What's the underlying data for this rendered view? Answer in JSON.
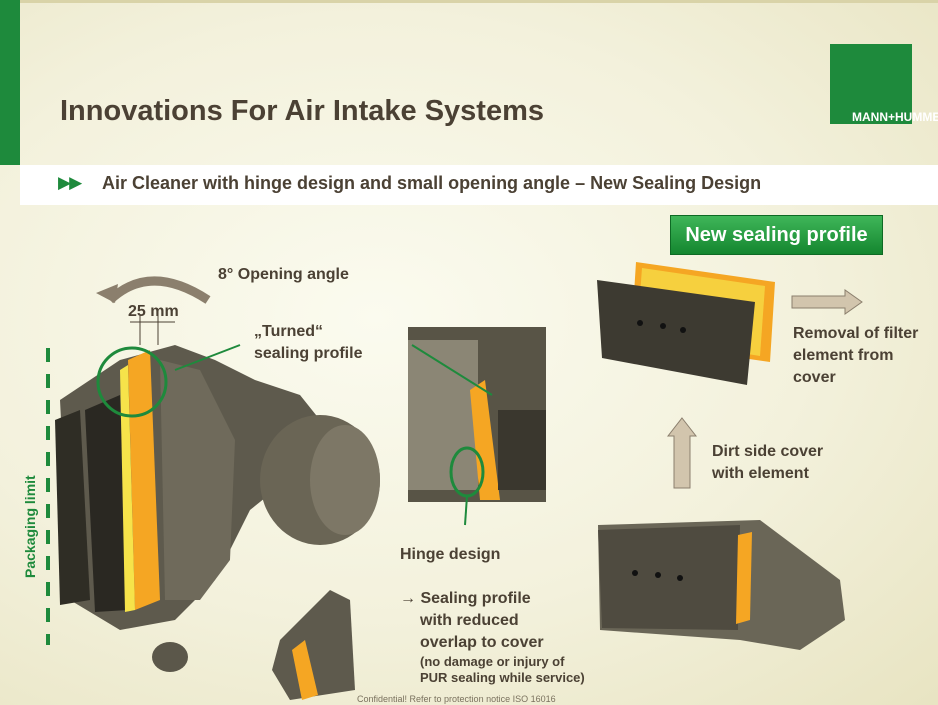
{
  "slide": {
    "title": "Innovations For Air Intake Systems",
    "subtitle": "Air Cleaner with hinge design and small opening angle – New Sealing Design",
    "bullet_icon": "double-play-arrows",
    "logo_text": "MANN+HUMMEL",
    "badge": "New sealing profile",
    "labels": {
      "opening_angle": "8° Opening angle",
      "dimension": "25 mm",
      "turned_line1": "„Turned“",
      "turned_line2": "sealing profile",
      "packaging_limit": "Packaging limit",
      "hinge_design": "Hinge design",
      "sealing_line1": "→ Sealing profile",
      "sealing_line2": "with reduced",
      "sealing_line3": "overlap to cover",
      "note_line1": "(no damage or injury of",
      "note_line2": "PUR sealing while service)",
      "removal_line1": "Removal of filter",
      "removal_line2": "element from",
      "removal_line3": "cover",
      "dirt_line1": "Dirt side cover",
      "dirt_line2": "with element",
      "footer": "Confidential! Refer to protection notice ISO 16016"
    },
    "colors": {
      "brand_green": "#1e8a3c",
      "text": "#4b4134",
      "filter_orange": "#f5a623"
    }
  }
}
